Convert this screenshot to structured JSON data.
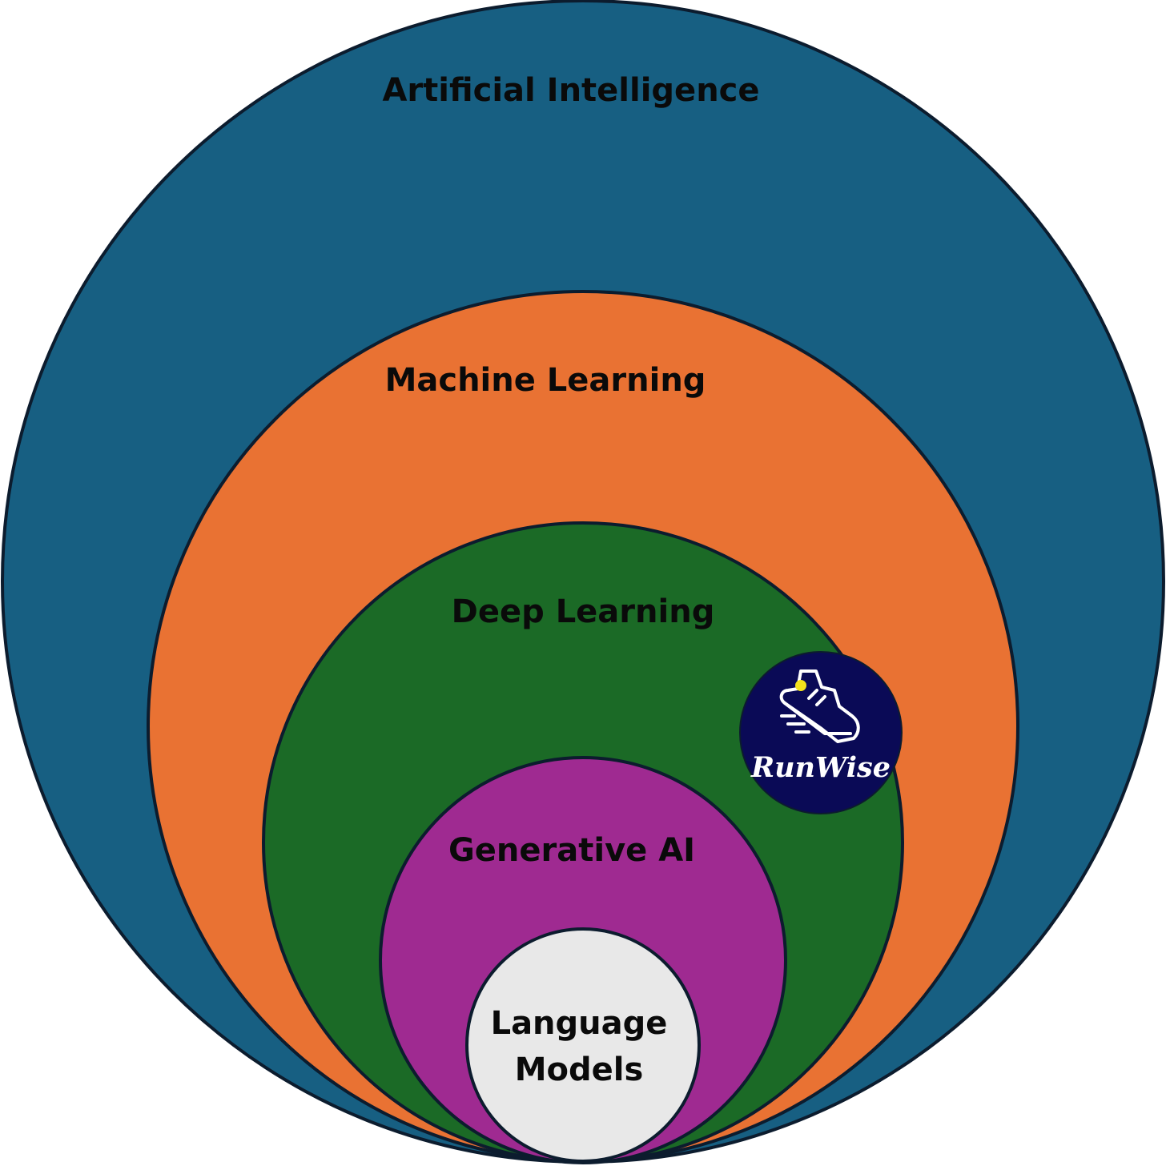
{
  "colors": {
    "ai": "#175f82",
    "ml": "#e97233",
    "dl": "#1b6a26",
    "genai": "#9f2a91",
    "lm": "#e8e8e8",
    "outline": "#0c1c2e",
    "label": "#0a0a0a",
    "badge": "#0a0a56",
    "badge_text": "#ffffff",
    "badge_accent": "#f4e21b"
  },
  "diagram": {
    "rings": [
      {
        "id": "ai",
        "label": "Artificial Intelligence"
      },
      {
        "id": "ml",
        "label": "Machine Learning"
      },
      {
        "id": "dl",
        "label": "Deep Learning"
      },
      {
        "id": "genai",
        "label": "Generative AI"
      },
      {
        "id": "lm",
        "label_line1": "Language",
        "label_line2": "Models"
      }
    ]
  },
  "logo": {
    "name": "RunWise",
    "icon": "sneaker-icon"
  }
}
